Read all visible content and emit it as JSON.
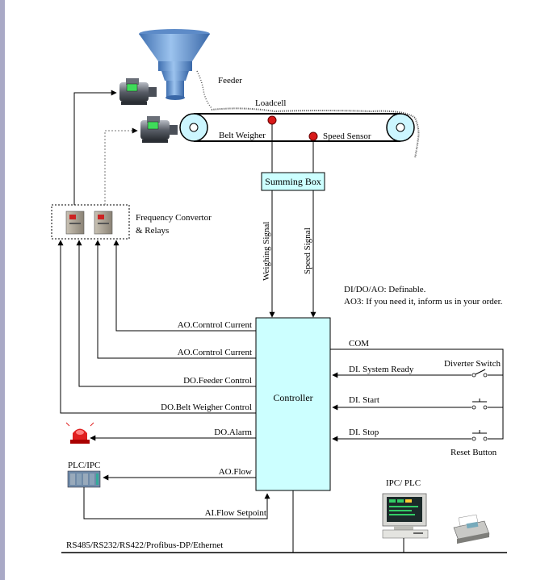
{
  "components": {
    "feeder": "Feeder",
    "loadcell": "Loadcell",
    "belt_weigher": "Belt Weigher",
    "speed_sensor": "Speed Sensor",
    "summing_box": "Summing Box",
    "freq_convertor_line1": "Frequency Convertor",
    "freq_convertor_line2": "& Relays",
    "controller": "Controller",
    "plc_ipc": "PLC/IPC",
    "ipc_plc": "IPC/ PLC",
    "diverter_switch": "Diverter Switch",
    "reset_button": "Reset Button"
  },
  "signals": {
    "weighing_signal": "Weighing Signal",
    "speed_signal": "Speed Signal",
    "ao_control_1": "AO.Corntrol  Current",
    "ao_control_2": "AO.Corntrol  Current",
    "do_feeder": "DO.Feeder  Control",
    "do_belt_weigher": "DO.Belt  Weigher  Control",
    "do_alarm": "DO.Alarm",
    "ao_flow": "AO.Flow",
    "ai_flow_setpoint": "AI.Flow  Setpoint",
    "com": "COM",
    "di_system_ready": "DI.  System Ready",
    "di_start": "DI.  Start",
    "di_stop": "DI.  Stop",
    "bus": "RS485/RS232/RS422/Profibus-DP/Ethernet"
  },
  "notes": {
    "line1": "DI/DO/AO: Definable.",
    "line2": "AO3: If you need it, inform us in your order."
  },
  "colors": {
    "controller_fill": "#ccffff",
    "summing_box_fill": "#ccffff",
    "hopper": "#6f9ed6",
    "sensor_red": "#d81919",
    "alarm_red": "#e02020",
    "left_bar": "#a9a9c6"
  }
}
